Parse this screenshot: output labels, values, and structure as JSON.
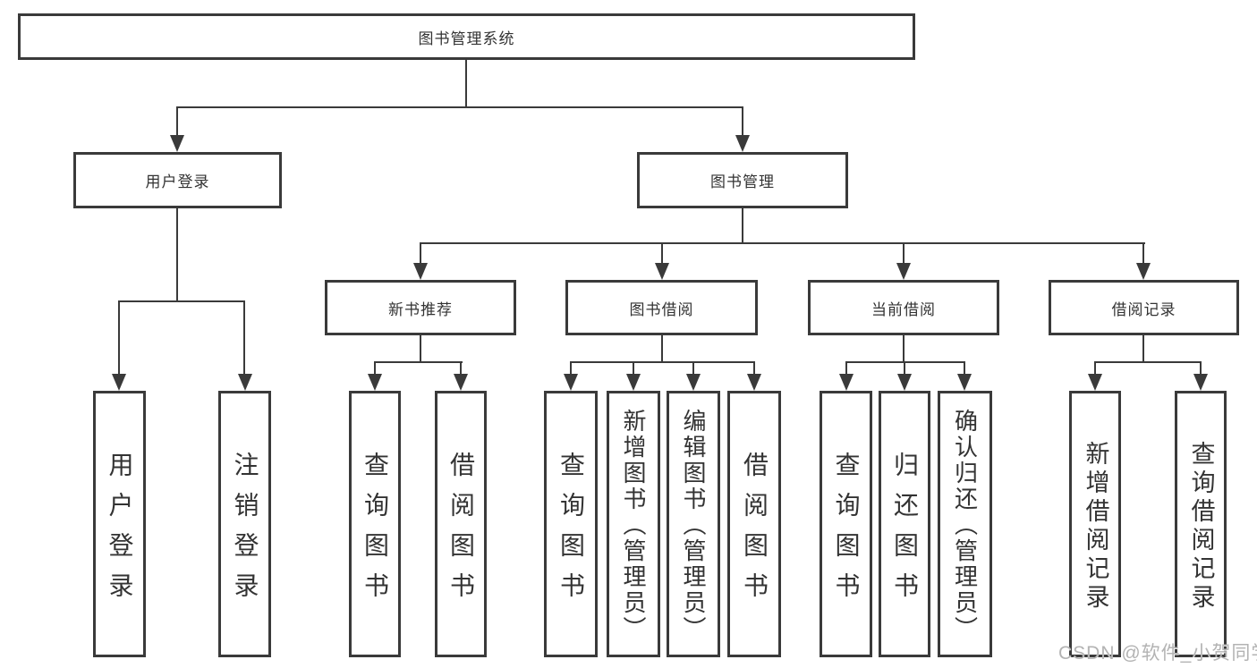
{
  "diagram_type": "functional-structure-tree",
  "tree": {
    "label": "图书管理系统",
    "children": [
      {
        "label": "用户登录",
        "children": [
          {
            "label": "用户登录"
          },
          {
            "label": "注销登录"
          }
        ]
      },
      {
        "label": "图书管理",
        "children": [
          {
            "label": "新书推荐",
            "children": [
              {
                "label": "查询图书"
              },
              {
                "label": "借阅图书"
              }
            ]
          },
          {
            "label": "图书借阅",
            "children": [
              {
                "label": "查询图书"
              },
              {
                "label": "新增图书（管理员）"
              },
              {
                "label": "编辑图书（管理员）"
              },
              {
                "label": "借阅图书"
              }
            ]
          },
          {
            "label": "当前借阅",
            "children": [
              {
                "label": "查询图书"
              },
              {
                "label": "归还图书"
              },
              {
                "label": "确认归还（管理员）"
              }
            ]
          },
          {
            "label": "借阅记录",
            "children": [
              {
                "label": "新增借阅记录"
              },
              {
                "label": "查询借阅记录"
              }
            ]
          }
        ]
      }
    ]
  },
  "watermark": {
    "text": "CSDN @软件_小贺同学"
  },
  "colors": {
    "line": "#3a3a3a",
    "text": "#333333",
    "background": "#ffffff",
    "watermark": "#b3b3b3"
  }
}
